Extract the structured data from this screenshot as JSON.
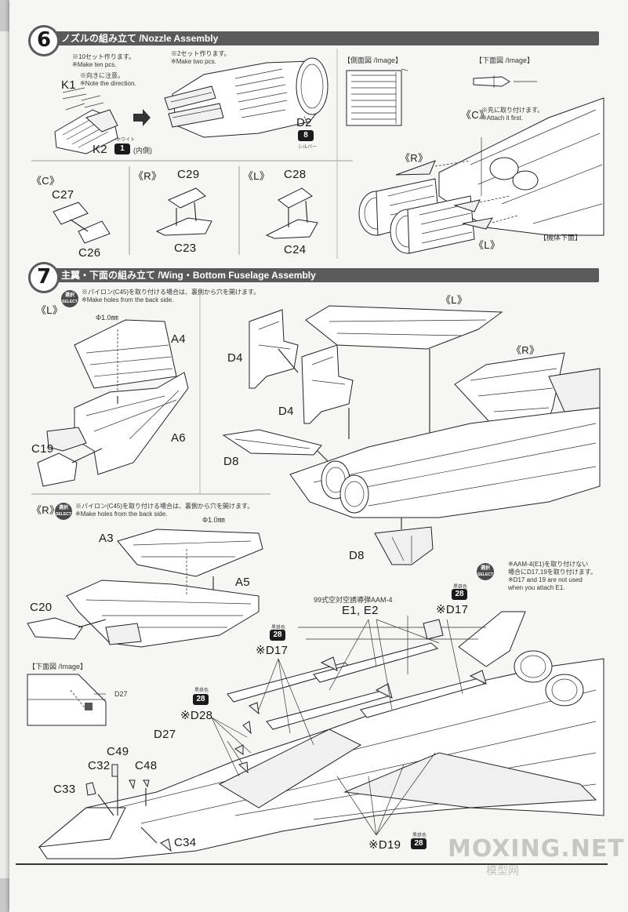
{
  "step6": {
    "number": "6",
    "title": "ノズルの組み立て /Nozzle Assembly",
    "note_ten_jp": "※10セット作ります。",
    "note_ten_en": "※Make ten pcs.",
    "note_dir_jp": "※向きに注意。",
    "note_dir_en": "※Note the direction.",
    "note_two_jp": "※2セット作ります。",
    "note_two_en": "※Make two pcs.",
    "side_image": "【側面図 /Image】",
    "bottom_image": "【下面図 /Image】",
    "attach_first_jp": "※先に取り付けます。",
    "attach_first_en": "※Attach it first.",
    "airframe_bottom": "【機体下面】",
    "k1": "K1",
    "k2": "K2",
    "k2_paint": "1",
    "k2_paint_caption": "ホワイト",
    "k2_inside": "(内側)",
    "d2": "D2",
    "d2_paint": "8",
    "d2_paint_caption": "シルバー",
    "c_mark": "《C》",
    "r_mark": "《R》",
    "l_mark": "《L》",
    "sub_c": "《C》",
    "sub_r": "《R》",
    "sub_l": "《L》",
    "c27": "C27",
    "c26": "C26",
    "c29": "C29",
    "c23": "C23",
    "c28": "C28",
    "c24": "C24"
  },
  "step7": {
    "number": "7",
    "title": "主翼・下面の組み立て /Wing・Bottom Fuselage Assembly",
    "l_mark": "《L》",
    "r_mark": "《R》",
    "select_label_1": "選択",
    "select_label_2": "SELECT",
    "pylon_note_l_jp": "※パイロン(C45)を取り付ける場合は、裏側から穴を開けます。",
    "pylon_note_l_en": "※Make holes from the back side.",
    "pylon_note_r_jp": "※パイロン(C45)を取り付ける場合は、裏側から穴を開けます。",
    "pylon_note_r_en": "※Make holes from the back side.",
    "hole_size": "Φ1.0㎜",
    "hole_size_r": "Φ1.0㎜",
    "a4": "A4",
    "a6": "A6",
    "c19": "C19",
    "a3": "A3",
    "a5": "A5",
    "c20": "C20",
    "d4a": "D4",
    "d4b": "D4",
    "d8a": "D8",
    "d8b": "D8",
    "wing_l": "《L》",
    "wing_r": "《R》",
    "bottom_image": "【下面図 /Image】",
    "d27_small": "D27",
    "aam_jp": "99式空対空誘導弾AAM-4",
    "e1e2": "E1, E2",
    "aam_note_jp1": "※AAM-4(E1)を取り付けない",
    "aam_note_jp2": "場合にD17,19を取り付けます。",
    "aam_note_en1": "※D17 and 19 are not used",
    "aam_note_en2": "when you attach E1.",
    "d17a": "※D17",
    "d17b": "※D17",
    "d28": "※D28",
    "d27": "D27",
    "d19": "※D19",
    "c49": "C49",
    "c32": "C32",
    "c48": "C48",
    "c33": "C33",
    "c34": "C34",
    "paint_28": "28",
    "paint_caption": "黒鉄色"
  },
  "watermark": "MOXING.NET",
  "watermark_sub": "模型网"
}
